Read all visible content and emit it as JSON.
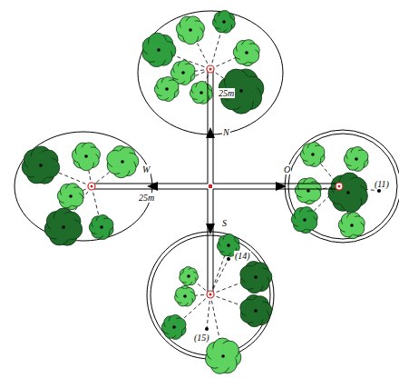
{
  "diagram": {
    "labels": [
      "N",
      "25m",
      "W",
      "25m",
      "O",
      "S",
      "(11)",
      "(14)",
      "(15)"
    ]
  }
}
